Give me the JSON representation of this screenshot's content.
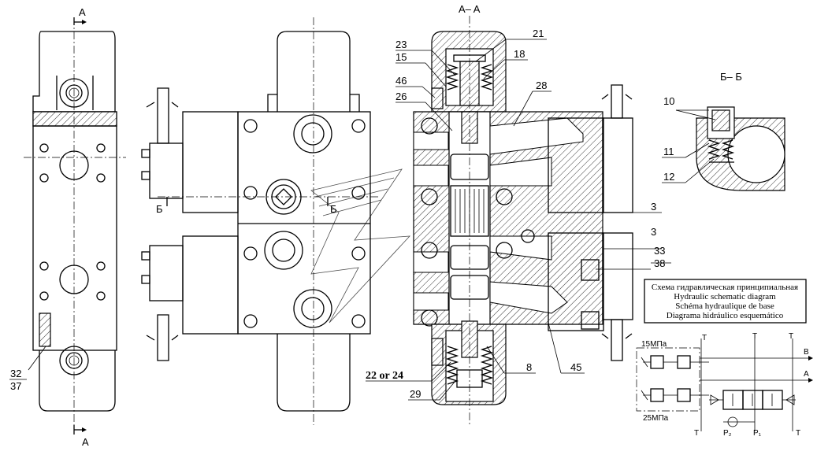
{
  "section_labels": {
    "a_top": "A",
    "a_bottom": "A",
    "aa": "A– A",
    "bb": "Б– Б",
    "b_left": "Б",
    "b_right": "Б"
  },
  "callouts": {
    "c23": "23",
    "c15": "15",
    "c46": "46",
    "c26": "26",
    "c21": "21",
    "c18": "18",
    "c28": "28",
    "c10": "10",
    "c11": "11",
    "c12": "12",
    "c3a": "3",
    "c3b": "3",
    "c33": "33",
    "c38": "38",
    "c8": "8",
    "c45": "45",
    "c29": "29",
    "c22": "22 or 24",
    "c32": "32",
    "c37": "37"
  },
  "legend": {
    "ru": "Схема гидравлическая принципиальная",
    "en": "Hydraulic schematic diagram",
    "fr": "Schéma hydraulique de base",
    "es": "Diagrama hidráulico esquemático"
  },
  "schematic": {
    "p15": "15МПа",
    "p25": "25МПа",
    "t1": "T",
    "t2": "T",
    "t3": "T",
    "t4": "T",
    "t5": "T",
    "port_b": "B",
    "port_a": "A",
    "p2": "P₂",
    "p1": "P₁"
  }
}
